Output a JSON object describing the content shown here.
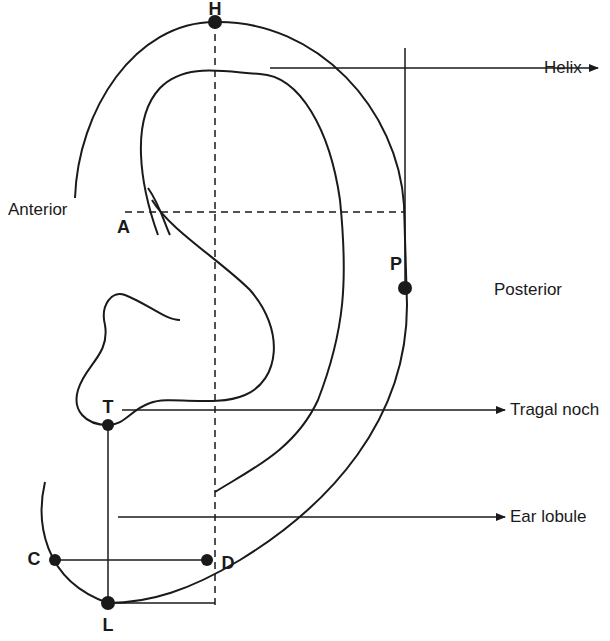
{
  "diagram": {
    "labels": [
      "H",
      "Helix",
      "Anterior",
      "A",
      "P",
      "Posterior",
      "T",
      "Tragal noch",
      "Ear lobule",
      "C",
      "D",
      "L"
    ]
  }
}
